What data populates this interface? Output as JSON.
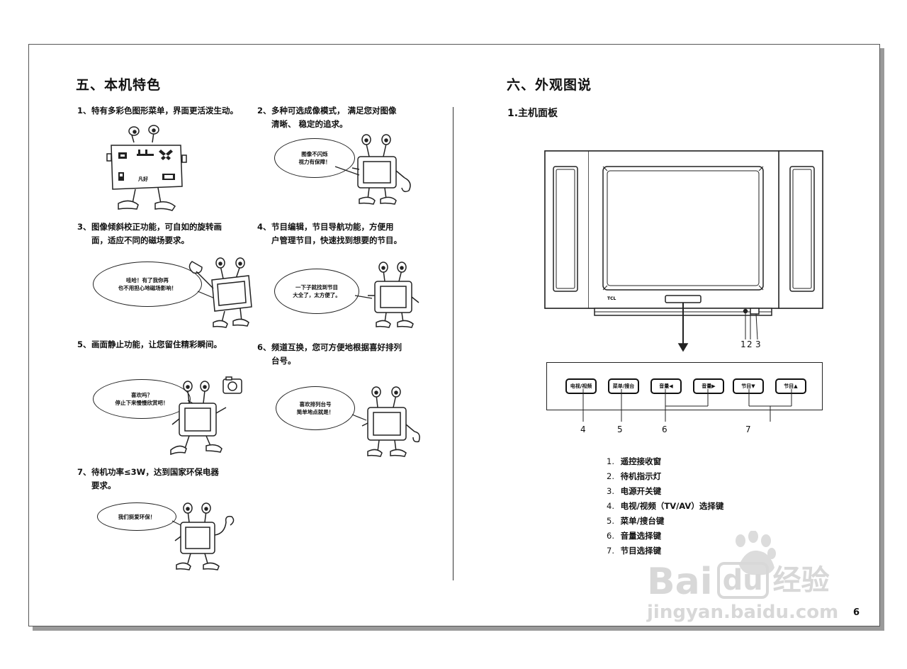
{
  "left": {
    "title": "五、本机特色",
    "features": [
      {
        "num": "1、",
        "lines": [
          "特有多彩色图形菜单，界面更活泼生动。"
        ]
      },
      {
        "num": "2、",
        "lines": [
          "多种可选成像模式， 满足您对图像",
          "清晰、 稳定的追求。"
        ]
      },
      {
        "num": "3、",
        "lines": [
          "图像倾斜校正功能，可自如的旋转画",
          "面，适应不同的磁场要求。"
        ]
      },
      {
        "num": "4、",
        "lines": [
          "节目编辑，节目导航功能，方便用",
          "户管理节目，快速找到想要的节目。"
        ]
      },
      {
        "num": "5、",
        "lines": [
          "画面静止功能，让您留住精彩瞬间。"
        ]
      },
      {
        "num": "6、",
        "lines": [
          "频道互换，您可方便地根据喜好排列",
          "台号。"
        ]
      },
      {
        "num": "7、",
        "lines": [
          "待机功率≤3W，达到国家环保电器",
          "要求。"
        ]
      }
    ],
    "bubbles": [
      {
        "lines": [
          "图像不闪烁",
          "视力有保障！"
        ]
      },
      {
        "lines": [
          "哇哈！有了我你再",
          "也不用担心地磁场影响！"
        ]
      },
      {
        "lines": [
          "一下子就找到节目",
          "大全了，太方便了。"
        ]
      },
      {
        "lines": [
          "喜欢吗？",
          "停止下来慢慢欣赏吧！"
        ]
      },
      {
        "lines": [
          "喜欢排列台号",
          "简单地点就是！"
        ]
      },
      {
        "lines": [
          "我们挺爱环保！"
        ]
      }
    ],
    "menu_card_label": "凡好"
  },
  "right": {
    "title": "六、外观图说",
    "subtitle": "1.主机面板",
    "tv_brand": "TCL",
    "buttons": [
      "电视/视频",
      "菜单/搜台",
      "音量◀",
      "音量▶",
      "节目▼",
      "节目▲"
    ],
    "callouts_top": [
      "1",
      "2",
      "3"
    ],
    "callouts_bottom": [
      "4",
      "5",
      "6",
      "7"
    ],
    "legend": [
      {
        "n": "1.",
        "text": "遥控接收窗"
      },
      {
        "n": "2.",
        "text": "待机指示灯"
      },
      {
        "n": "3.",
        "text": "电源开关键"
      },
      {
        "n": "4.",
        "text": "电视/视频（TV/AV）选择键"
      },
      {
        "n": "5.",
        "text": "菜单/搜台键"
      },
      {
        "n": "6.",
        "text": "音量选择键"
      },
      {
        "n": "7.",
        "text": "节目选择键"
      }
    ]
  },
  "page_number": "6",
  "watermark": {
    "brand": "Bai",
    "brand2": "du",
    "cn": "经验",
    "url": "jingyan.baidu.com"
  }
}
